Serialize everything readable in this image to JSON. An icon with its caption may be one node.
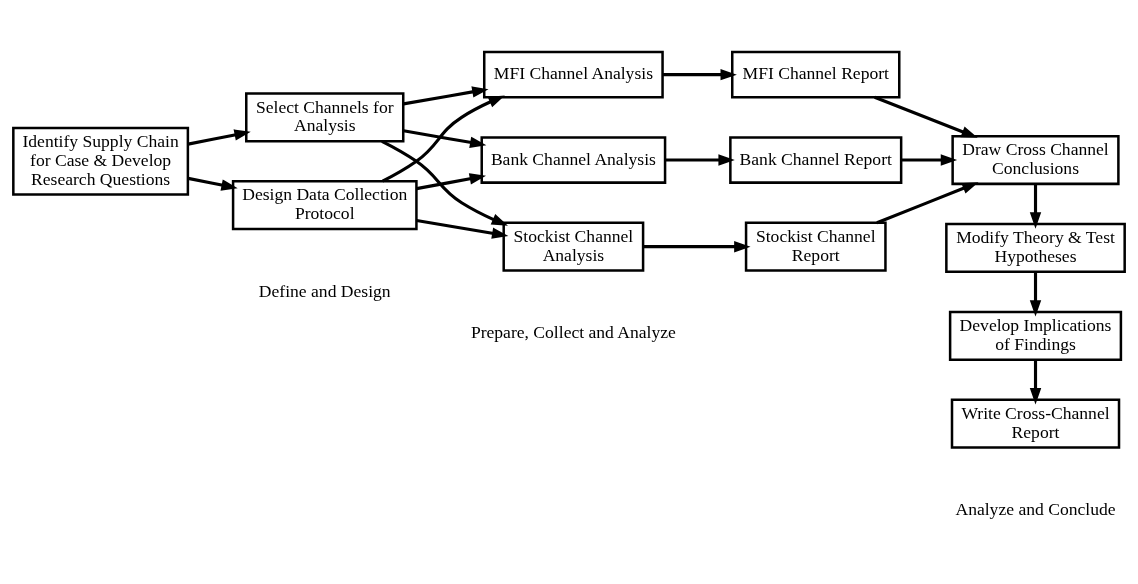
{
  "diagram": {
    "nodes": [
      {
        "text": [
          "Identify Supply Chain for Case & Develop Research Questions"
        ]
      },
      {
        "text": [
          "Select Channels for Analysis"
        ]
      },
      {
        "text": [
          "Design Data Collection Protocol"
        ]
      },
      {
        "text": [
          "MFI Channel Analysis"
        ]
      },
      {
        "text": [
          "MFI Channel Report"
        ]
      },
      {
        "text": [
          "Bank Channel Analysis"
        ]
      },
      {
        "text": [
          "Bank Channel Report"
        ]
      },
      {
        "text": [
          "Stockist Channel Analysis"
        ]
      },
      {
        "text": [
          "Stockist Channel Report"
        ]
      },
      {
        "text": [
          "Draw Cross Channel Conclusions"
        ]
      },
      {
        "text": [
          "Modify Theory & Test Hypotheses"
        ]
      },
      {
        "text": [
          "Develop Implications of Findings"
        ]
      },
      {
        "text": [
          "Write Cross-Channel Report"
        ]
      }
    ],
    "edges": [
      {
        "from": 0,
        "to": 1,
        "arrow": "to"
      },
      {
        "from": 0,
        "to": 2,
        "arrow": "to"
      },
      {
        "from": 1,
        "to": 3,
        "arrow": "to"
      },
      {
        "from": 1,
        "to": 5,
        "arrow": "to"
      },
      {
        "from": 1,
        "to": 7,
        "arrow": "to"
      },
      {
        "from": 2,
        "to": 3,
        "arrow": "to"
      },
      {
        "from": 2,
        "to": 5,
        "arrow": "to"
      },
      {
        "from": 2,
        "to": 7,
        "arrow": "to"
      },
      {
        "from": 3,
        "to": 4,
        "arrow": "to"
      },
      {
        "from": 5,
        "to": 6,
        "arrow": "to"
      },
      {
        "from": 7,
        "to": 8,
        "arrow": "to"
      },
      {
        "from": 4,
        "to": 9,
        "arrow": "to"
      },
      {
        "from": 6,
        "to": 9,
        "arrow": "to"
      },
      {
        "from": 8,
        "to": 9,
        "arrow": "to"
      },
      {
        "from": 9,
        "to": 10,
        "arrow": "to"
      },
      {
        "from": 10,
        "to": 11,
        "arrow": "to"
      },
      {
        "from": 11,
        "to": 12,
        "arrow": "to"
      }
    ],
    "labels": [
      "Define and Design",
      "Prepare, Collect and Analyze",
      "Analyze and Conclude"
    ]
  }
}
